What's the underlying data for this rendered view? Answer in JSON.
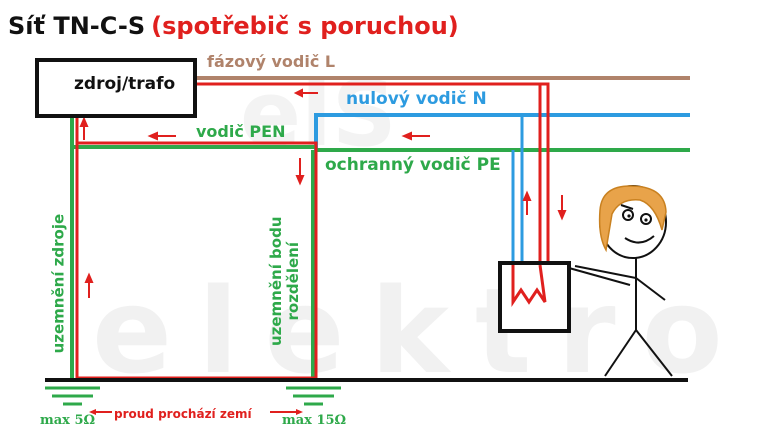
{
  "title": {
    "main": "Síť TN-C-S",
    "fault": "(spotřebič s poruchou)"
  },
  "labels": {
    "source": "zdroj/trafo",
    "phase_L": "fázový vodič L",
    "neutral_N": "nulový vodič N",
    "pen": "vodič PEN",
    "protective_PE": "ochranný vodič PE",
    "source_grounding": "uzemnění zdroje",
    "division_grounding_line1": "uzemnění bodu",
    "division_grounding_line2": "rozdělení",
    "ground_current": "proud prochází zemí",
    "max_source": "max 5Ω",
    "max_division": "max 15Ω"
  },
  "watermark": {
    "top": "elS",
    "bottom": "elektro"
  },
  "colors": {
    "phase": "#b0836b",
    "neutral": "#2d9be0",
    "protective": "#2ea94a",
    "fault_current": "#e0201e",
    "ground": "#111111"
  },
  "icons": [
    "arrow-icon",
    "heating-element-icon",
    "ground-symbol-icon",
    "stick-figure-icon",
    "rage-face-icon"
  ]
}
